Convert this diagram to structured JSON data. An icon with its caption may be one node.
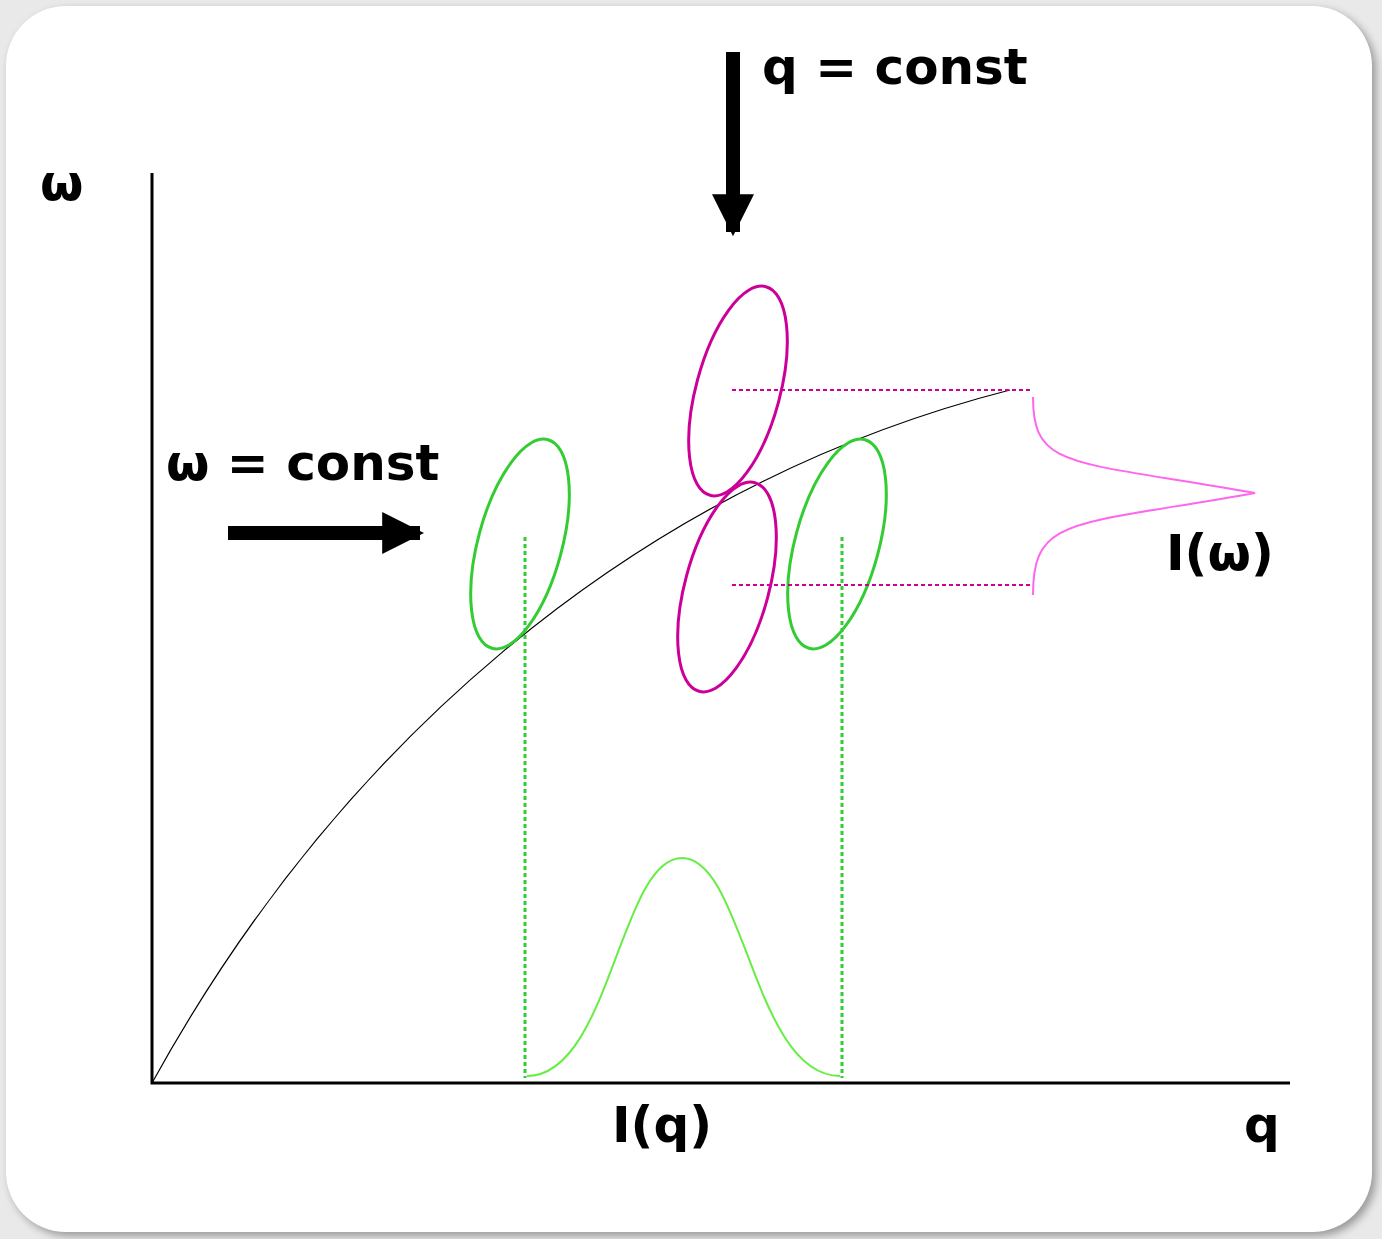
{
  "diagram": {
    "labels": [
      "q = const",
      "ω",
      "ω = const",
      "I(ω)",
      "I(q)",
      "q"
    ]
  }
}
